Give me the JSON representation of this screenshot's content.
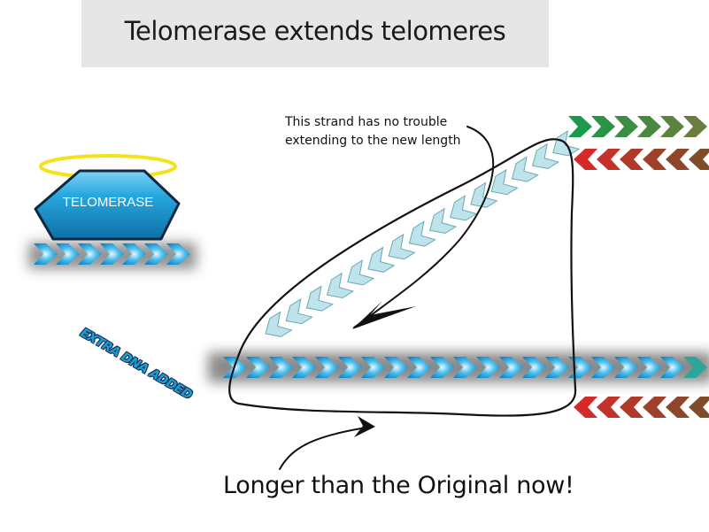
{
  "title": "Telomerase extends telomeres",
  "enzyme_label": "TELOMERASE",
  "strand_note_line1": "This strand has no trouble",
  "strand_note_line2": "extending to the new length",
  "extra_dna_label": "EXTRA DNA ADDED",
  "bottom_caption": "Longer than the Original now!",
  "colors": {
    "title_background": "#e6e6e6",
    "telomerase_blue": "#1e9fd6",
    "halo_yellow": "#f4e21a",
    "template_strand_blue": "#27a8e0",
    "new_strand_light_blue": "#bfe3ea",
    "original_green": "#2e9a48",
    "original_red": "#d42a2a",
    "original_brown": "#8a4a2a"
  }
}
